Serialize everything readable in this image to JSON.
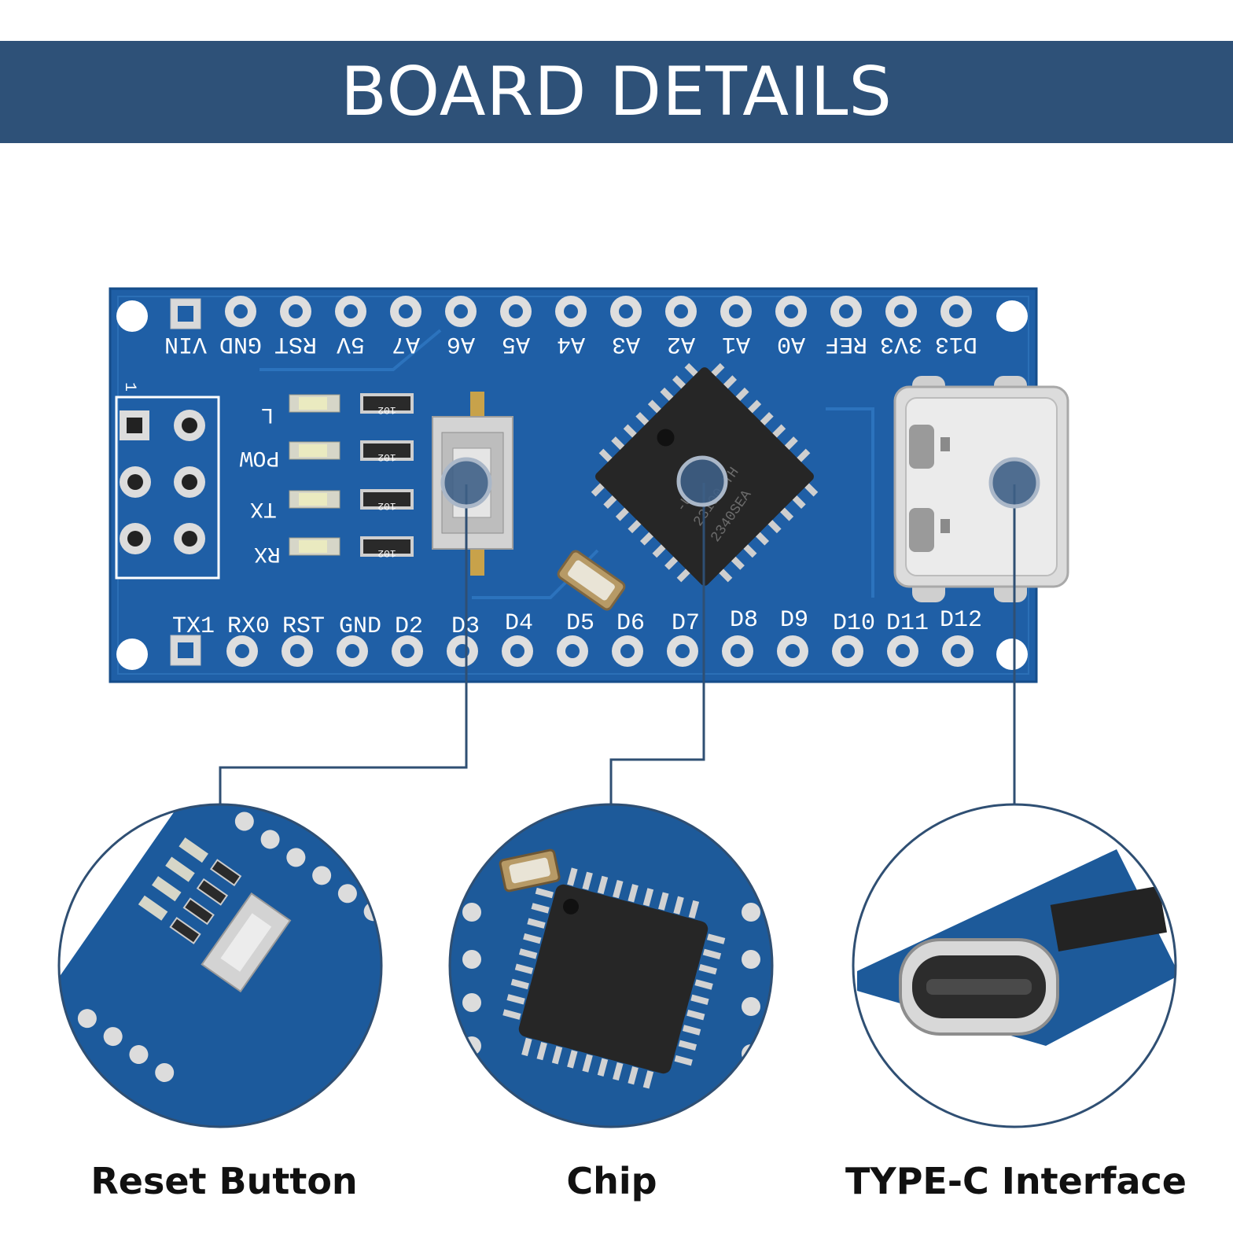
{
  "header": {
    "title": "BOARD DETAILS"
  },
  "board": {
    "top_pins": [
      "VIN",
      "GND",
      "RST",
      "5V",
      "A7",
      "A6",
      "A5",
      "A4",
      "A3",
      "A2",
      "A1",
      "A0",
      "REF",
      "3V3",
      "D13"
    ],
    "bottom_pins": [
      "TX1",
      "RX0",
      "RST",
      "GND",
      "D2",
      "D3",
      "D4",
      "D5",
      "D6",
      "D7",
      "D8",
      "D9",
      "D10",
      "D11",
      "D12"
    ],
    "led_labels": [
      "L",
      "POW",
      "TX",
      "RX"
    ],
    "resistor_code": "102",
    "header_pin_label": "1",
    "chip_marking": [
      "-U",
      "23100 TH",
      "2340SEA"
    ]
  },
  "callouts": [
    {
      "label": "Reset Button"
    },
    {
      "label": "Chip"
    },
    {
      "label": "TYPE-C Interface"
    }
  ],
  "colors": {
    "banner": "#2e5178",
    "pcb": "#1f5fa6",
    "leader": "#2f4f73",
    "marker": "#3e5f86"
  }
}
